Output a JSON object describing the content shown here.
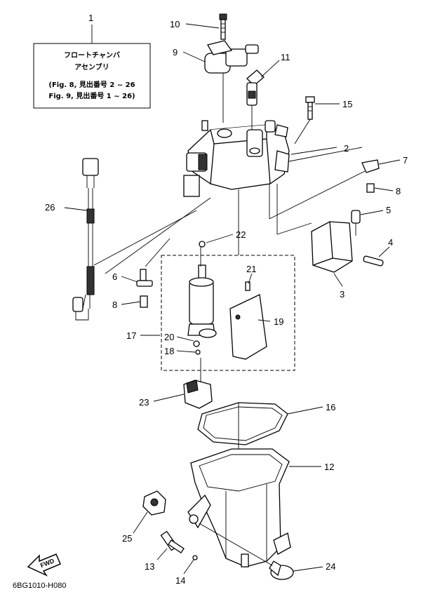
{
  "note_box": {
    "number": "1",
    "title_line1": "フロートチャンバ",
    "title_line2": "アセンブリ",
    "ref_line1": "(Fig. 8, 見出番号 2 ~ 26",
    "ref_line2": "Fig. 9, 見出番号 1 ~ 26)"
  },
  "callouts": [
    "1",
    "2",
    "3",
    "4",
    "5",
    "6",
    "7",
    "8",
    "8",
    "9",
    "10",
    "11",
    "12",
    "13",
    "14",
    "15",
    "16",
    "17",
    "18",
    "19",
    "20",
    "21",
    "22",
    "23",
    "24",
    "25",
    "26"
  ],
  "fwd_label": "FWD",
  "drawing_code": "6BG1010-H080"
}
